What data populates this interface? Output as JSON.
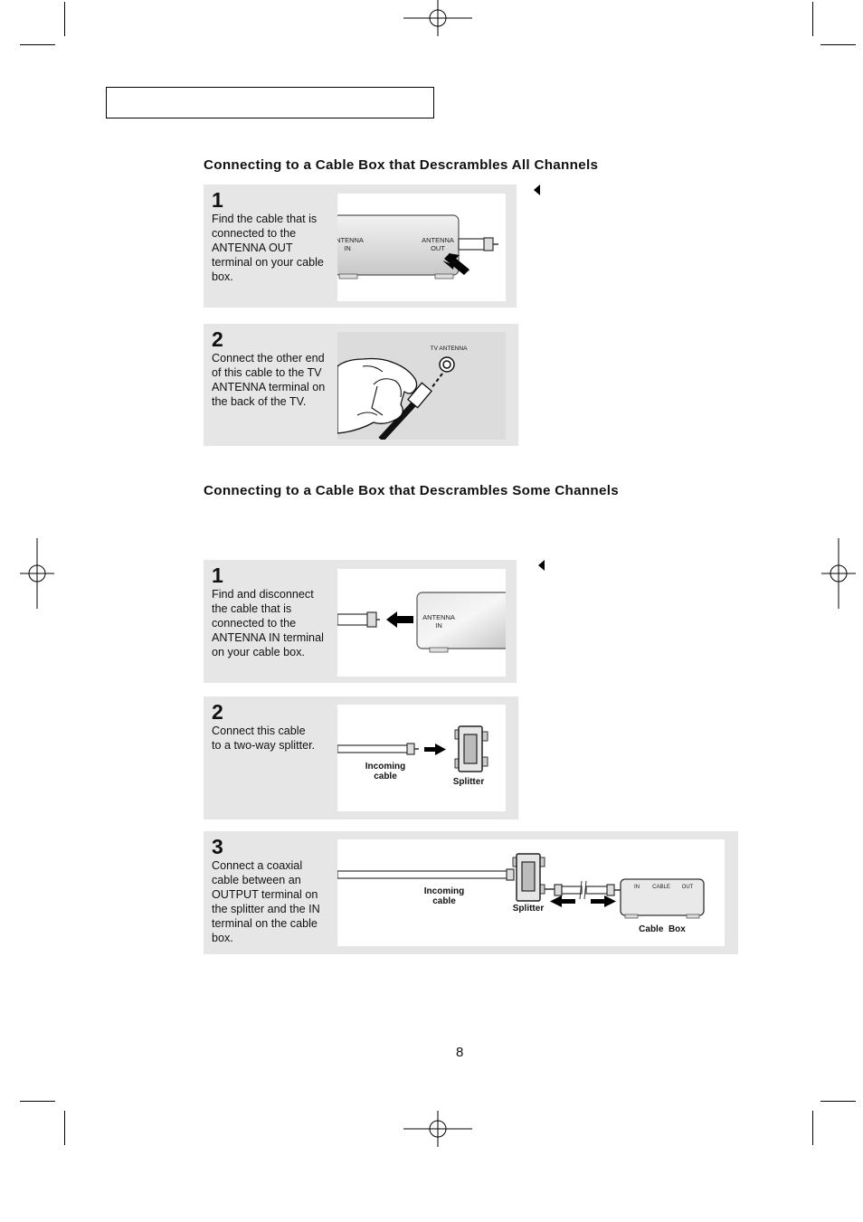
{
  "section1": {
    "heading": "Connecting to a Cable Box that Descrambles All Channels",
    "steps": [
      {
        "number": "1",
        "lines": [
          "Find the cable that is",
          "connected to the",
          "ANTENNA OUT",
          "terminal on your cable",
          "box."
        ],
        "figure_labels": {
          "in_line1": "ANTENNA",
          "in_line2": "IN",
          "out_line1": "ANTENNA",
          "out_line2": "OUT"
        }
      },
      {
        "number": "2",
        "lines": [
          "Connect the other end",
          "of this cable to the TV",
          "ANTENNA terminal on",
          "the back of the TV."
        ],
        "figure_labels": {
          "tv_antenna": "TV ANTENNA"
        }
      }
    ]
  },
  "section2": {
    "heading": "Connecting to a Cable Box that Descrambles Some Channels",
    "steps": [
      {
        "number": "1",
        "lines": [
          "Find and disconnect",
          "the cable that is",
          "connected to the",
          "ANTENNA IN terminal",
          "on your cable box."
        ],
        "figure_labels": {
          "in_line1": "ANTENNA",
          "in_line2": "IN"
        }
      },
      {
        "number": "2",
        "lines": [
          "Connect this cable",
          "to a two-way splitter."
        ],
        "figure_labels": {
          "incoming_line1": "Incoming",
          "incoming_line2": "cable",
          "splitter": "Splitter"
        }
      },
      {
        "number": "3",
        "lines": [
          "Connect a coaxial",
          "cable between an",
          "OUTPUT terminal on",
          "the splitter and the IN",
          "terminal on the cable",
          "box."
        ],
        "figure_labels": {
          "incoming_line1": "Incoming",
          "incoming_line2": "cable",
          "splitter": "Splitter",
          "box_in": "IN",
          "box_cable": "CABLE",
          "box_out": "OUT",
          "cable_box": "Cable  Box"
        }
      }
    ]
  },
  "page_number": "8"
}
